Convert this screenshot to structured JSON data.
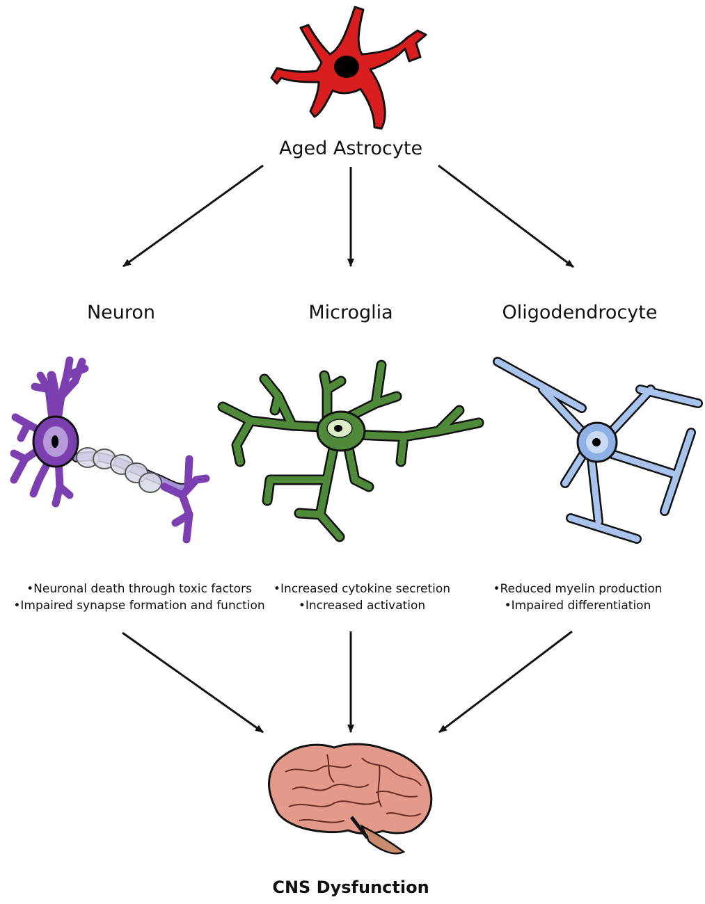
{
  "source": {
    "title": "Aged Astrocyte"
  },
  "targets": [
    {
      "key": "neuron",
      "title": "Neuron",
      "effects": [
        "•Neuronal death through toxic factors",
        "•Impaired synapse formation and function"
      ]
    },
    {
      "key": "microglia",
      "title": "Microglia",
      "effects": [
        "•Increased cytokine secretion",
        "•Increased activation"
      ]
    },
    {
      "key": "oligodendrocyte",
      "title": "Oligodendrocyte",
      "effects": [
        "•Reduced myelin production",
        "•Impaired differentiation"
      ]
    }
  ],
  "outcome": {
    "title": "CNS Dysfunction"
  },
  "colors": {
    "astrocyte": "#d81e1e",
    "neuron": "#7c3fb0",
    "microglia": "#4f8a3a",
    "oligodendrocyte": "#a9c3ec",
    "brain": "#e39a8b",
    "arrow": "#111111"
  },
  "icons": [
    "astrocyte-icon",
    "neuron-icon",
    "microglia-icon",
    "oligodendrocyte-icon",
    "brain-icon"
  ]
}
